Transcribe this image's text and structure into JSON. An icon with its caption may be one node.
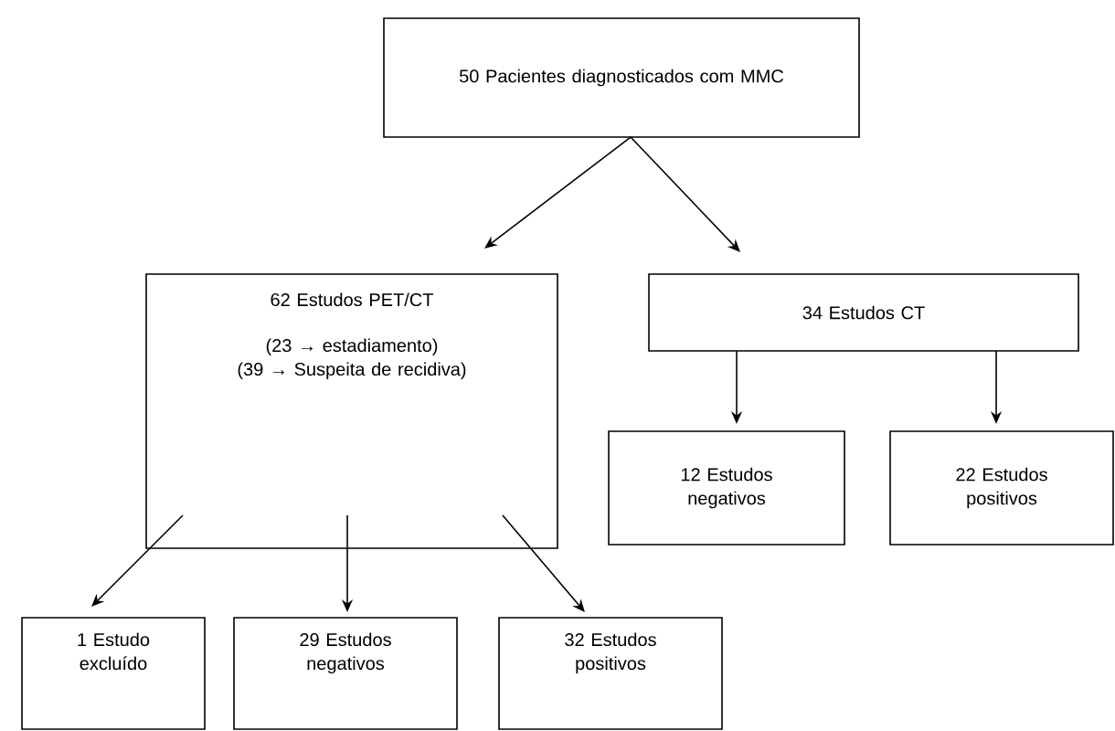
{
  "diagram": {
    "nodes": [
      {
        "text": [
          "50 Pacientes diagnosticados com MMC"
        ]
      },
      {
        "text": [
          "62 Estudos PET/CT",
          "(23 → estadiamento)",
          "(39 → Suspeita de recidiva)"
        ]
      },
      {
        "text": [
          "34 Estudos CT"
        ]
      },
      {
        "text": [
          "12 Estudos negativos"
        ]
      },
      {
        "text": [
          "22 Estudos positivos"
        ]
      },
      {
        "text": [
          "1 Estudo excluído"
        ]
      },
      {
        "text": [
          "29 Estudos negativos"
        ]
      },
      {
        "text": [
          "32 Estudos positivos"
        ]
      }
    ],
    "edges": [
      {
        "from": 0,
        "to": 1,
        "arrow": "to"
      },
      {
        "from": 0,
        "to": 2,
        "arrow": "to"
      },
      {
        "from": 2,
        "to": 3,
        "arrow": "to"
      },
      {
        "from": 2,
        "to": 4,
        "arrow": "to"
      },
      {
        "from": 1,
        "to": 5,
        "arrow": "to"
      },
      {
        "from": 1,
        "to": 6,
        "arrow": "to"
      },
      {
        "from": 1,
        "to": 7,
        "arrow": "to"
      }
    ]
  }
}
